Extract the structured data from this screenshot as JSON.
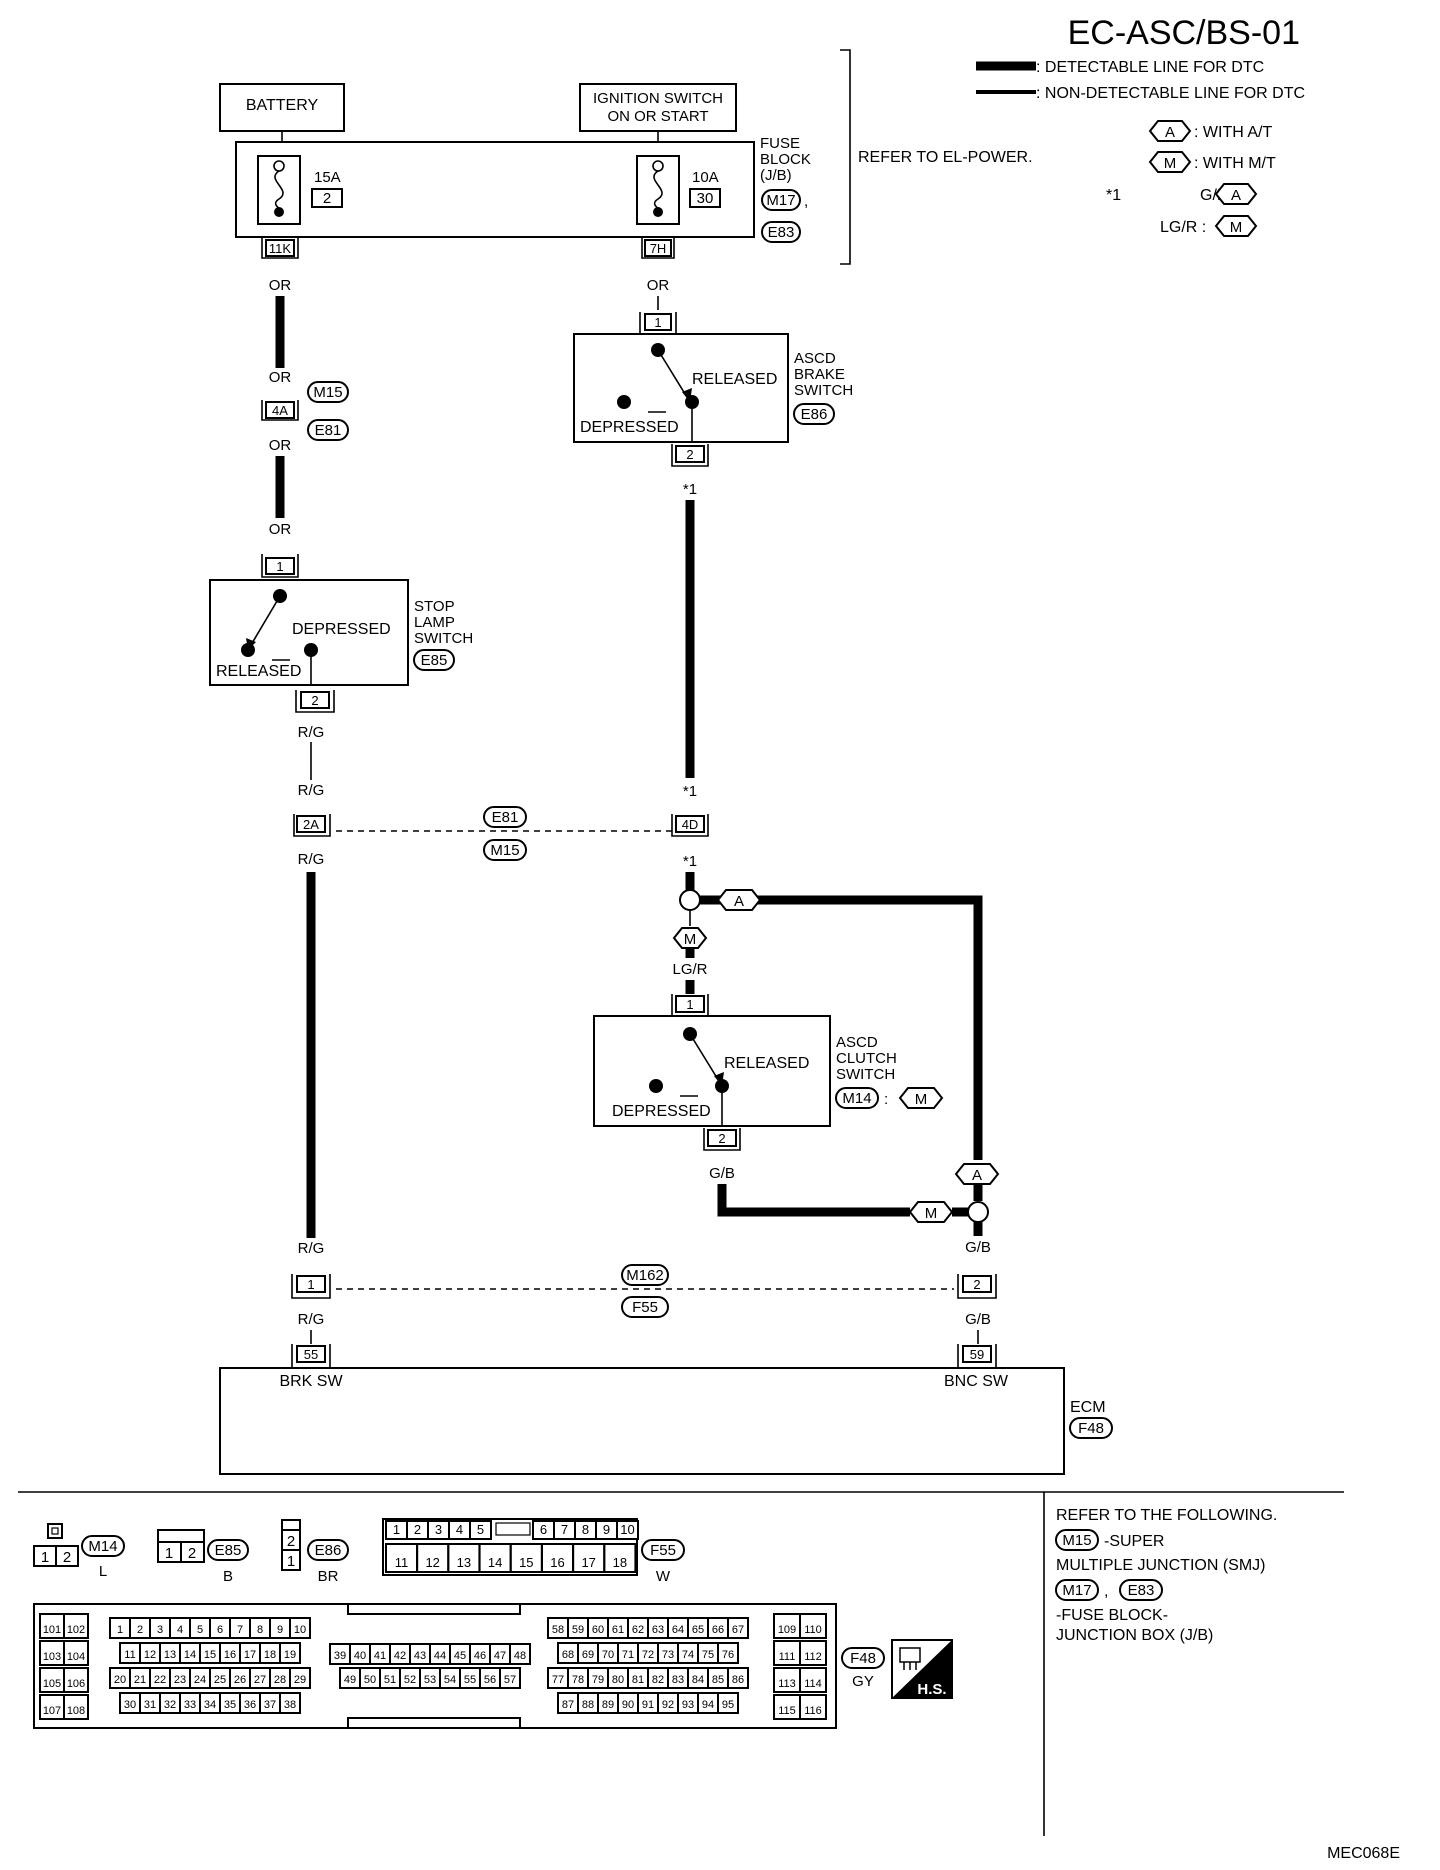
{
  "title": "EC-ASC/BS-01",
  "figure_code": "MEC068E",
  "legend": {
    "detectable": ": DETECTABLE LINE FOR DTC",
    "non_detectable": ": NON-DETECTABLE LINE FOR DTC",
    "with_at_tag": "A",
    "with_at": ": WITH A/T",
    "with_mt_tag": "M",
    "with_mt": ": WITH M/T",
    "star": "*1",
    "star_gb": "G/B :",
    "star_lgr": "LG/R :"
  },
  "refer_power": "REFER TO EL-POWER.",
  "battery": "BATTERY",
  "ignition": {
    "line1": "IGNITION SWITCH",
    "line2": "ON OR START"
  },
  "fuse_block": {
    "line1": "FUSE",
    "line2": "BLOCK",
    "line3": "(J/B)",
    "conn1": "M17",
    "comma": ",",
    "conn2": "E83",
    "fuse1_amp": "15A",
    "fuse1_no": "2",
    "fuse2_amp": "10A",
    "fuse2_no": "30",
    "term1": "11K",
    "term2": "7H"
  },
  "wires": {
    "or": "OR",
    "rg": "R/G",
    "lgr": "LG/R",
    "gb": "G/B",
    "star1": "*1"
  },
  "junction_m15_e81": {
    "term": "4A",
    "c1": "M15",
    "c2": "E81"
  },
  "brake_switch": {
    "name1": "ASCD",
    "name2": "BRAKE",
    "name3": "SWITCH",
    "conn": "E86",
    "pin_top": "1",
    "pin_bot": "2",
    "released": "RELEASED",
    "depressed": "DEPRESSED"
  },
  "stop_lamp": {
    "name1": "STOP",
    "name2": "LAMP",
    "name3": "SWITCH",
    "conn": "E85",
    "pin_top": "1",
    "pin_bot": "2",
    "released": "RELEASED",
    "depressed": "DEPRESSED"
  },
  "junction_e81_m15": {
    "left": "2A",
    "right": "4D",
    "c1": "E81",
    "c2": "M15"
  },
  "clutch_switch": {
    "name1": "ASCD",
    "name2": "CLUTCH",
    "name3": "SWITCH",
    "conn": "M14",
    "colon": ":",
    "tag": "M",
    "pin_top": "1",
    "pin_bot": "2",
    "released": "RELEASED",
    "depressed": "DEPRESSED"
  },
  "junction_m162_f55": {
    "left": "1",
    "right": "2",
    "c1": "M162",
    "c2": "F55"
  },
  "ecm": {
    "name": "ECM",
    "conn": "F48",
    "pin_left": "55",
    "pin_right": "59",
    "label_left": "BRK SW",
    "label_right": "BNC SW"
  },
  "connectors": {
    "m14": {
      "id": "M14",
      "color": "L",
      "pins": [
        "1",
        "2"
      ]
    },
    "e85": {
      "id": "E85",
      "color": "B",
      "pins": [
        "1",
        "2"
      ]
    },
    "e86": {
      "id": "E86",
      "color": "BR",
      "pins": [
        "2",
        "1"
      ]
    },
    "f55": {
      "id": "F55",
      "color": "W",
      "row1": [
        "1",
        "2",
        "3",
        "4",
        "5",
        "6",
        "7",
        "8",
        "9",
        "10"
      ],
      "row2": [
        "11",
        "12",
        "13",
        "14",
        "15",
        "16",
        "17",
        "18"
      ]
    },
    "f48": {
      "id": "F48",
      "color": "GY"
    }
  },
  "hs_label": "H.S.",
  "refer_following": {
    "l1": "REFER TO THE FOLLOWING.",
    "m15": "M15",
    "l2": "-SUPER",
    "l3": "MULTIPLE JUNCTION (SMJ)",
    "m17": "M17",
    "comma": ",",
    "e83": "E83",
    "l4": "-FUSE BLOCK-",
    "l5": "JUNCTION BOX (J/B)"
  }
}
